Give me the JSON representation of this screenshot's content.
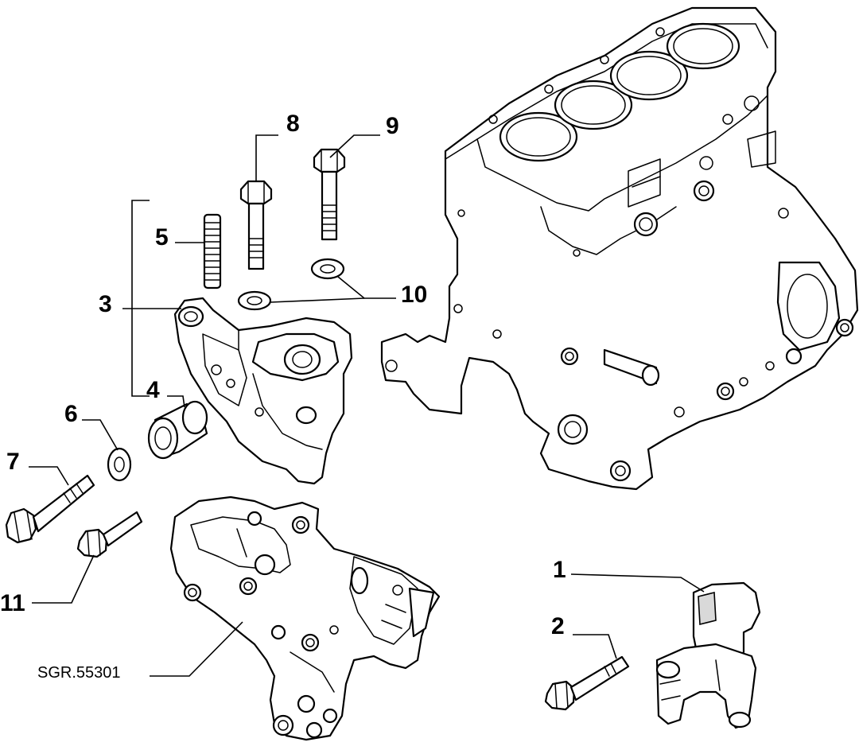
{
  "callouts": {
    "c1": "1",
    "c2": "2",
    "c3": "3",
    "c4": "4",
    "c5": "5",
    "c6": "6",
    "c7": "7",
    "c8": "8",
    "c9": "9",
    "c10": "10",
    "c11": "11"
  },
  "reference_code": "SGR.55301"
}
